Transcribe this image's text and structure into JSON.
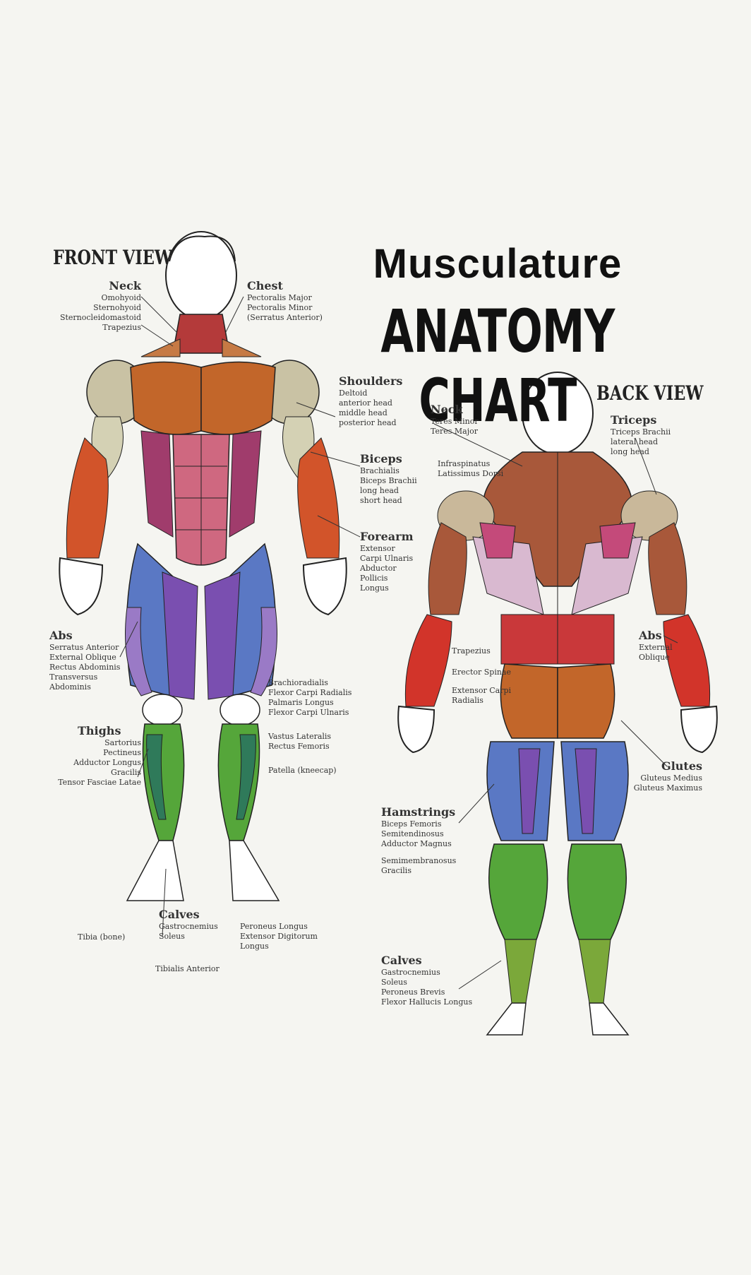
{
  "title": {
    "line1": "Musculature",
    "line2": "ANATOMY CHART"
  },
  "views": {
    "front": "FRONT VIEW",
    "back": "BACK VIEW"
  },
  "front_labels": {
    "neck": {
      "heading": "Neck",
      "items": [
        "Omohyoid",
        "Sternohyoid",
        "Sternocleidomastoid",
        "Trapezius"
      ]
    },
    "chest": {
      "heading": "Chest",
      "items": [
        "Pectoralis Major",
        "Pectoralis Minor",
        "(Serratus Anterior)"
      ]
    },
    "shoulders": {
      "heading": "Shoulders",
      "items": [
        "Deltoid",
        "anterior head",
        "middle head",
        "posterior head"
      ]
    },
    "biceps": {
      "heading": "Biceps",
      "items": [
        "Brachialis",
        "Biceps Brachii",
        "long head",
        "short head"
      ]
    },
    "forearm": {
      "heading": "Forearm",
      "items": [
        "Extensor",
        "Carpi Ulnaris",
        "Abductor",
        "Pollicis",
        "Longus"
      ]
    },
    "abs": {
      "heading": "Abs",
      "items": [
        "Serratus Anterior",
        "External Oblique",
        "Rectus Abdominis",
        "Transversus Abdominis"
      ]
    },
    "thighs": {
      "heading": "Thighs",
      "items": [
        "Sartorius",
        "Pectineus",
        "Adductor Longus",
        "Gracilis",
        "Tensor Fasciae Latae"
      ]
    },
    "calves": {
      "heading": "Calves",
      "items": [
        "Gastrocnemius",
        "Soleus"
      ]
    },
    "misc": [
      "Rectus Femoris",
      "Vastus Lateralis",
      "Patella (kneecap)",
      "Tibia (bone)",
      "Peroneus Longus",
      "Extensor Digitorum Longus",
      "Tibialis Anterior",
      "Brachioradialis",
      "Flexor Carpi Radialis",
      "Palmaris Longus",
      "Flexor Carpi Ulnaris"
    ]
  },
  "back_labels": {
    "neck": {
      "heading": "Neck",
      "items": [
        "Teres Minor",
        "Teres Major"
      ]
    },
    "triceps": {
      "heading": "Triceps",
      "items": [
        "Triceps Brachii",
        "lateral head",
        "long head"
      ]
    },
    "abs": {
      "heading": "Abs",
      "items": [
        "External",
        "Oblique"
      ]
    },
    "glutes": {
      "heading": "Glutes",
      "items": [
        "Gluteus Medius",
        "Gluteus Maximus"
      ]
    },
    "hamstrings": {
      "heading": "Hamstrings",
      "items": [
        "Biceps Femoris",
        "Semitendinosus",
        "Adductor Magnus"
      ]
    },
    "calves": {
      "heading": "Calves",
      "items": [
        "Gastrocnemius",
        "Soleus",
        "Peroneus Brevis",
        "Flexor Hallucis Longus"
      ]
    },
    "misc": [
      "Infraspinatus",
      "Latissimus Dorsi",
      "Trapezius",
      "Erector Spinae",
      "Extensor Carpi Radialis",
      "Semimembranosus",
      "Gracilis"
    ]
  },
  "colors": {
    "background": "#f5f5f1",
    "chest": "#c2662a",
    "deltoid": "#c9c2a4",
    "abs": "#b24a73",
    "quads": "#5a78c4",
    "adductors": "#7a4fb0",
    "calves": "#55a63a",
    "forearm": "#d2542a",
    "back": "#a8583a"
  }
}
